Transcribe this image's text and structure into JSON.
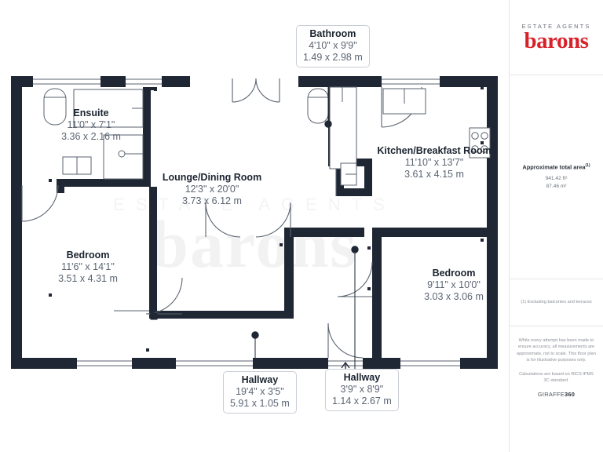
{
  "plan": {
    "watermark_text": "barons",
    "watermark_sub": "ESTATE AGENTS",
    "rooms": [
      {
        "key": "bathroom",
        "name": "Bathroom",
        "imperial": "4'10\" x 9'9\"",
        "metric": "1.49 x 2.98 m"
      },
      {
        "key": "ensuite",
        "name": "Ensuite",
        "imperial": "11'0\" x 7'1\"",
        "metric": "3.36 x 2.16 m"
      },
      {
        "key": "kitchen",
        "name": "Kitchen/Breakfast Room",
        "imperial": "11'10\" x 13'7\"",
        "metric": "3.61 x 4.15 m"
      },
      {
        "key": "lounge",
        "name": "Lounge/Dining Room",
        "imperial": "12'3\" x 20'0\"",
        "metric": "3.73 x 6.12 m"
      },
      {
        "key": "bedroom1",
        "name": "Bedroom",
        "imperial": "11'6\" x 14'1\"",
        "metric": "3.51 x 4.31 m"
      },
      {
        "key": "bedroom2",
        "name": "Bedroom",
        "imperial": "9'11\" x 10'0\"",
        "metric": "3.03 x 3.06 m"
      },
      {
        "key": "hallway1",
        "name": "Hallway",
        "imperial": "19'4\" x 3'5\"",
        "metric": "5.91 x 1.05 m"
      },
      {
        "key": "hallway2",
        "name": "Hallway",
        "imperial": "3'9\" x 8'9\"",
        "metric": "1.14 x 2.67 m"
      }
    ],
    "colors": {
      "wall": "#1e2733",
      "fixture_stroke": "#59626f",
      "label_name": "#1b2430",
      "label_dim": "#5b6573",
      "brand_red": "#d8222a"
    }
  },
  "panel": {
    "logo_top": "ESTATE AGENTS",
    "logo_main": "barons",
    "area_title": "Approximate total area",
    "area_title_sup": "(1)",
    "area_sqft": "941.42 ft²",
    "area_sqm": "87.46 m²",
    "footnote": "(1) Excluding balconies and terraces",
    "disclaimer_1": "While every attempt has been made to ensure accuracy, all measurements are approximate, not to scale. This floor plan is for illustrative purposes only.",
    "disclaimer_2": "Calculations are based on RICS IPMS 3C standard.",
    "brand_light": "GIRAFFE",
    "brand_bold": "360"
  }
}
